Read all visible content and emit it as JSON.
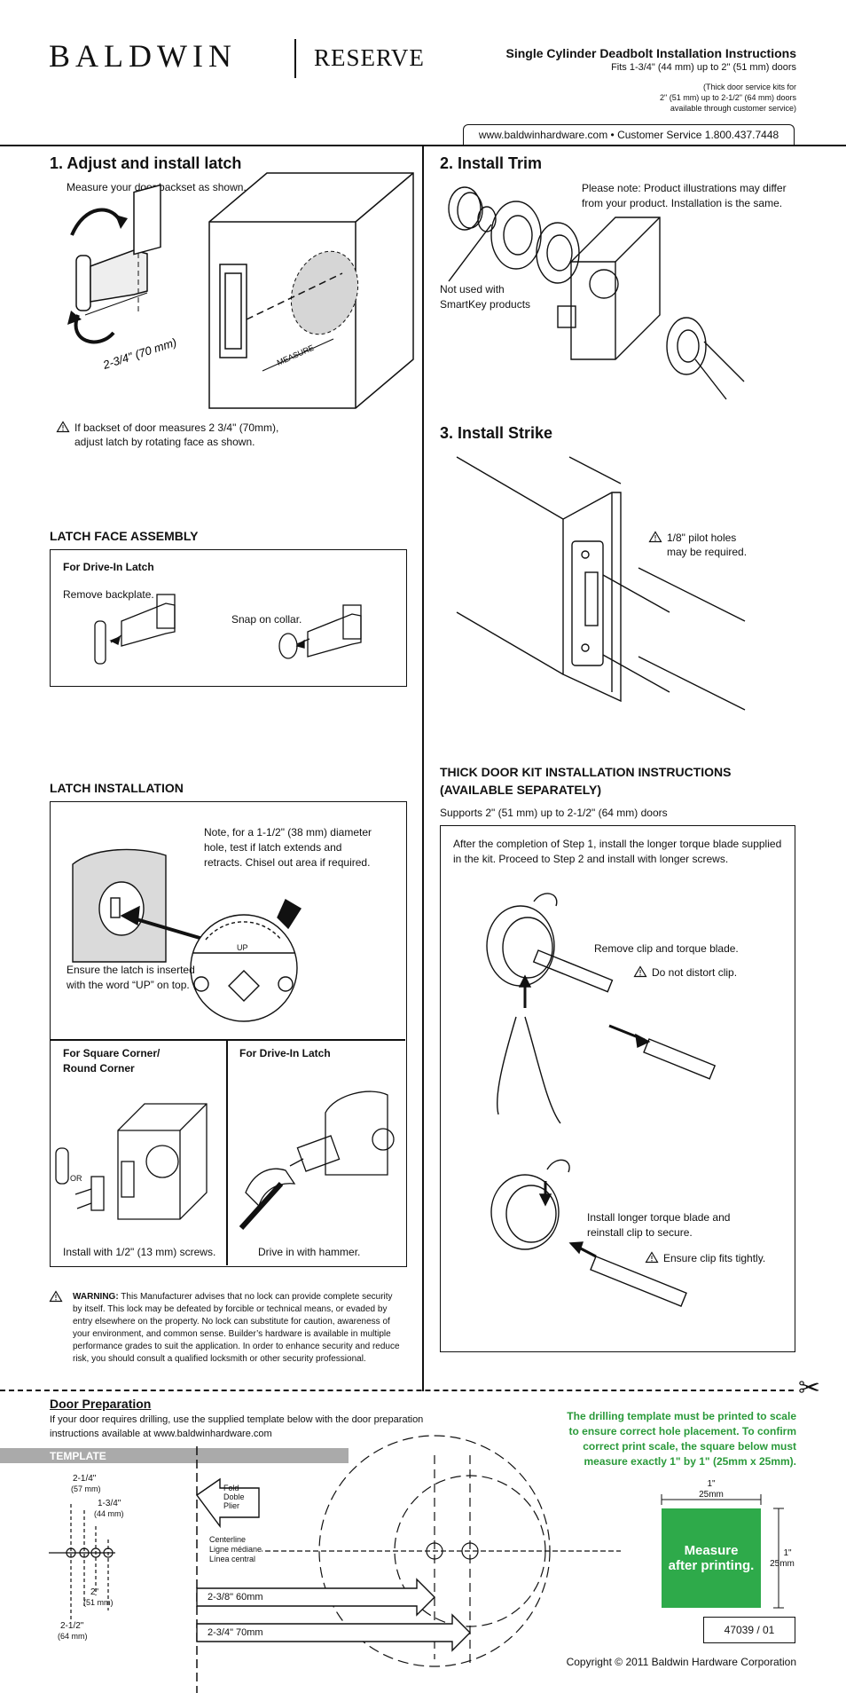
{
  "header": {
    "brand": "BALDWIN",
    "sub_brand": "RESERVE",
    "title": "Single Cylinder Deadbolt Installation Instructions",
    "fits": "Fits 1-3/4\" (44 mm) up to 2\" (51 mm) doors",
    "thick_note_1": "(Thick door service kits for",
    "thick_note_2": "2\" (51 mm) up to 2-1/2\" (64 mm) doors",
    "thick_note_3": "available through customer service)",
    "contact": "www.baldwinhardware.com • Customer Service 1.800.437.7448"
  },
  "step1": {
    "title": "1. Adjust and install latch",
    "instruction": "Measure your door backset as shown.",
    "dimension": "2-3/4\" (70 mm)",
    "measure_label": "MEASURE",
    "warning_1": "If backset of door measures 2 3/4\" (70mm),",
    "warning_2": "adjust latch by rotating face as shown."
  },
  "latch_face": {
    "title": "LATCH FACE ASSEMBLY",
    "subtitle": "For Drive-In Latch",
    "remove": "Remove backplate.",
    "snap": "Snap on collar."
  },
  "latch_install": {
    "title": "LATCH INSTALLATION",
    "note_1": "Note, for a 1-1/2\" (38 mm) diameter",
    "note_2": "hole, test if latch extends and",
    "note_3": "retracts. Chisel out area if required.",
    "up_label": "UP",
    "ensure_1": "Ensure the latch is inserted",
    "ensure_2": "with the word “UP” on top.",
    "square_title_1": "For Square Corner/",
    "square_title_2": "Round Corner",
    "or_label": "OR",
    "square_caption": "Install with 1/2\" (13 mm) screws.",
    "drive_title": "For Drive-In Latch",
    "drive_caption": "Drive in with hammer."
  },
  "warning": {
    "label": "WARNING:",
    "lines": [
      "This Manufacturer advises that no lock can provide complete security",
      "by itself. This lock may be defeated by forcible or technical means, or evaded by",
      "entry elsewhere on the property. No lock can substitute for caution, awareness of",
      "your environment, and common sense. Builder’s hardware is available in multiple",
      "performance grades to suit the application. In order to enhance security and reduce",
      "risk, you should consult a qualified locksmith or other security professional."
    ]
  },
  "step2": {
    "title": "2. Install Trim",
    "note_1": "Please note: Product illustrations may differ",
    "note_2": "from your product. Installation is the same.",
    "smartkey_1": "Not used with",
    "smartkey_2": "SmartKey products"
  },
  "step3": {
    "title": "3. Install Strike",
    "pilot_1": "1/8\" pilot holes",
    "pilot_2": "may be required."
  },
  "thick_kit": {
    "title_1": "THICK DOOR KIT INSTALLATION INSTRUCTIONS",
    "title_2": "(AVAILABLE SEPARATELY)",
    "supports": "Supports 2\" (51 mm) up to 2-1/2\" (64 mm) doors",
    "intro_1": "After the completion of Step 1, install the longer torque blade supplied",
    "intro_2": "in the kit. Proceed to Step 2 and install with longer screws.",
    "remove": "Remove clip and torque blade.",
    "distort": "Do not distort clip.",
    "install_1": "Install longer torque blade and",
    "install_2": "reinstall clip to secure.",
    "fits": "Ensure clip fits tightly."
  },
  "door_prep": {
    "title": "Door Preparation",
    "text_1": "If your door requires drilling, use the supplied template below with the door preparation",
    "text_2": "instructions available at www.baldwinhardware.com",
    "template_label": "TEMPLATE",
    "dim_214": "2-1/4\"",
    "dim_214_mm": "(57 mm)",
    "dim_134": "1-3/4\"",
    "dim_134_mm": "(44 mm)",
    "dim_2": "2\"",
    "dim_2_mm": "(51 mm)",
    "dim_212": "2-1/2\"",
    "dim_212_mm": "(64 mm)",
    "fold_1": "Fold",
    "fold_2": "Doble",
    "fold_3": "Plier",
    "center_1": "Centerline",
    "center_2": "Ligne médiane",
    "center_3": "Línea central",
    "arrow_60": "2-3/8\" 60mm",
    "arrow_70": "2-3/4\" 70mm",
    "print_1": "The drilling template must be printed to scale",
    "print_2": "to ensure correct hole placement.  To confirm",
    "print_3": "correct print scale, the square below must",
    "print_4": "measure exactly 1\" by 1\" (25mm x 25mm).",
    "sq_top_in": "1\"",
    "sq_top_mm": "25mm",
    "sq_side_in": "1\"",
    "sq_side_mm": "25mm",
    "measure_1": "Measure",
    "measure_2": "after printing.",
    "doc_number": "47039 / 01",
    "copyright": "Copyright © 2011 Baldwin Hardware Corporation"
  },
  "colors": {
    "green": "#2eaa4a",
    "gray_bar": "#aaaaaa"
  }
}
